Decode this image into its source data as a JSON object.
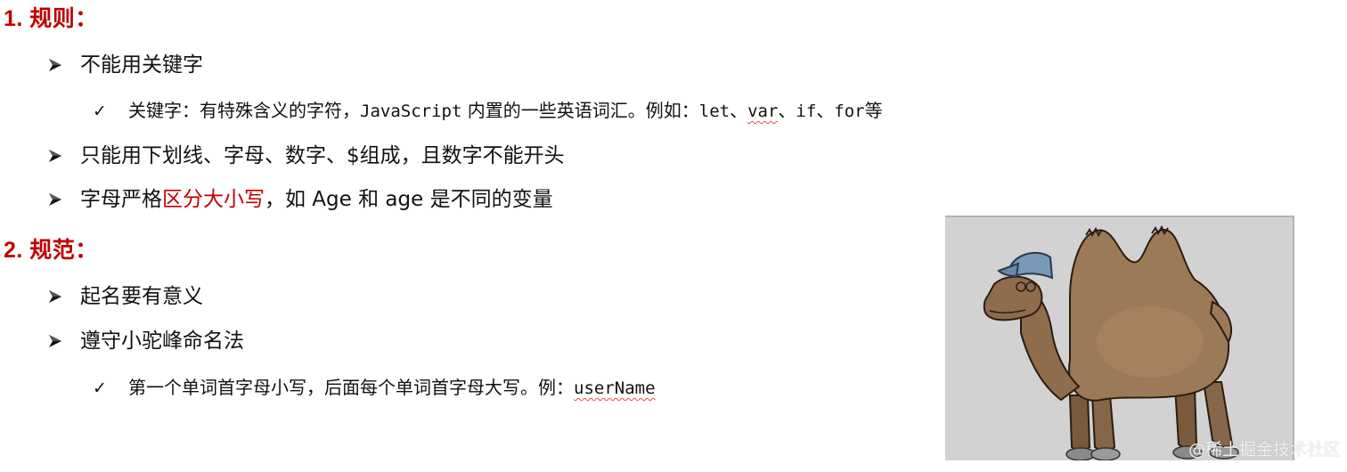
{
  "section1": {
    "heading": "1. 规则：",
    "items": [
      {
        "bullet": "arrow",
        "text": "不能用关键字",
        "sub": {
          "bullet": "check",
          "prefix": "关键字：有特殊含义的字符，",
          "code1": "JavaScript",
          "mid": " 内置的一些英语词汇。例如：",
          "kw1": "let",
          "sep1": "、",
          "kw2": "var",
          "sep2": "、",
          "kw3": "if",
          "sep3": "、",
          "kw4": "for",
          "suffix": "等"
        }
      },
      {
        "bullet": "arrow",
        "text": "只能用下划线、字母、数字、$组成，且数字不能开头"
      },
      {
        "bullet": "arrow",
        "text_before": "字母严格",
        "highlight": "区分大小写",
        "text_after": "，如 Age 和 age 是不同的变量",
        "highlight_color": "#c00000"
      }
    ]
  },
  "section2": {
    "heading": "2. 规范：",
    "items": [
      {
        "bullet": "arrow",
        "text": "起名要有意义"
      },
      {
        "bullet": "arrow",
        "text": "遵守小驼峰命名法",
        "sub": {
          "bullet": "check",
          "prefix": "第一个单词首字母小写，后面每个单词首字母大写。例：",
          "code": "userName"
        }
      }
    ]
  },
  "illustration": {
    "subject": "cartoon camel wearing a blue cap",
    "background": "#d2d2d2"
  },
  "watermark": "@稀土掘金技术社区",
  "colors": {
    "heading": "#c00000",
    "text": "#111111",
    "spellcheck": "#e05050"
  }
}
